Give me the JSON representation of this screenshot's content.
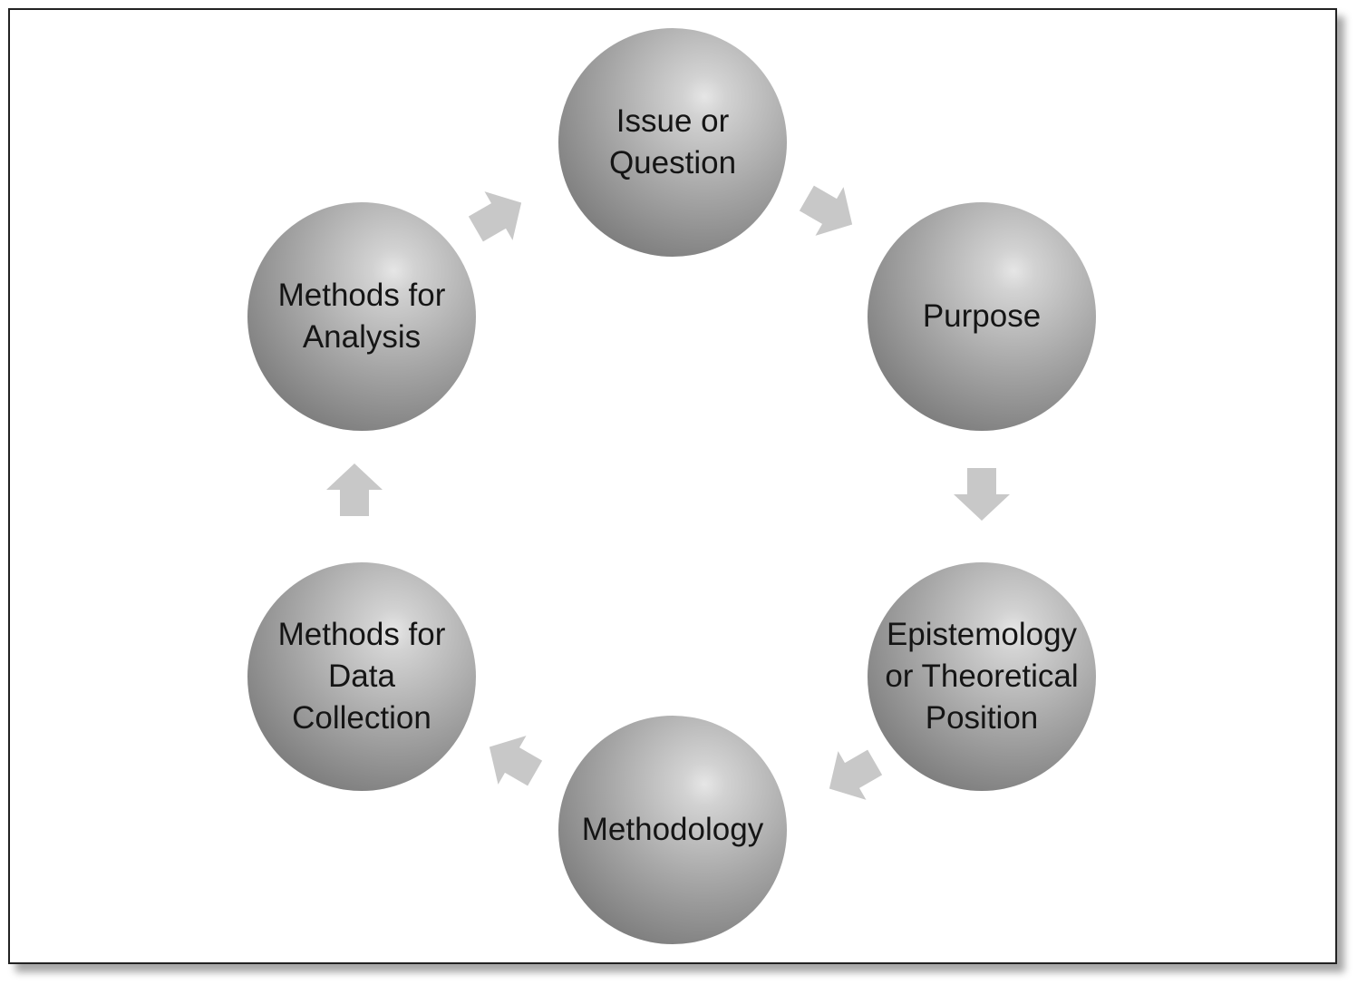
{
  "diagram": {
    "type": "cycle",
    "nodes": [
      {
        "id": "issue",
        "label_lines": [
          "Issue or",
          "Question"
        ]
      },
      {
        "id": "purpose",
        "label_lines": [
          "Purpose"
        ]
      },
      {
        "id": "epistemology",
        "label_lines": [
          "Epistemology",
          "or Theoretical",
          "Position"
        ]
      },
      {
        "id": "methodology",
        "label_lines": [
          "Methodology"
        ]
      },
      {
        "id": "data-collection",
        "label_lines": [
          "Methods for",
          "Data",
          "Collection"
        ]
      },
      {
        "id": "analysis",
        "label_lines": [
          "Methods for",
          "Analysis"
        ]
      }
    ],
    "edges": [
      {
        "from": "issue",
        "to": "purpose"
      },
      {
        "from": "purpose",
        "to": "epistemology"
      },
      {
        "from": "epistemology",
        "to": "methodology"
      },
      {
        "from": "methodology",
        "to": "data-collection"
      },
      {
        "from": "data-collection",
        "to": "analysis"
      },
      {
        "from": "analysis",
        "to": "issue"
      }
    ],
    "colors": {
      "arrow": "#c8c8c8",
      "sphere_edge": "#7a7a7a",
      "sphere_highlight": "#e6e6e6"
    }
  }
}
